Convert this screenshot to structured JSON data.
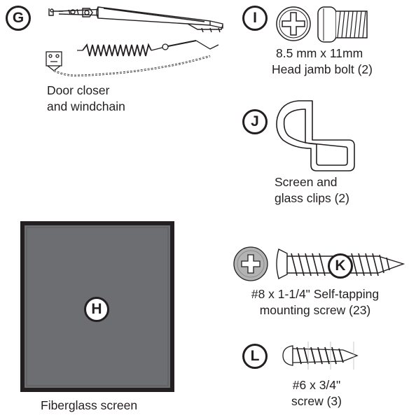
{
  "parts": {
    "G": {
      "letter": "G",
      "line1": "Door closer",
      "line2": "and windchain"
    },
    "H": {
      "letter": "H",
      "caption": "Fiberglass screen"
    },
    "I": {
      "letter": "I",
      "line1": "8.5 mm x 11mm",
      "line2": "Head jamb bolt (2)"
    },
    "J": {
      "letter": "J",
      "line1": "Screen and",
      "line2": "glass clips (2)"
    },
    "K": {
      "letter": "K",
      "line1": "#8 x 1-1/4\" Self-tapping",
      "line2": "mounting screw (23)"
    },
    "L": {
      "letter": "L",
      "line1": "#6 x 3/4\"",
      "line2": "screw (3)"
    }
  },
  "colors": {
    "ink": "#231f20",
    "screen_fill": "#6d6e71",
    "screen_border": "#231f20",
    "screw_head": "#b3b3b3"
  },
  "icons": [
    "door-closer-icon",
    "windchain-icon",
    "bolt-head-icon",
    "bolt-icon",
    "clip-icon",
    "screen-panel-icon",
    "screw-head-icon",
    "screw-icon",
    "small-screw-icon"
  ]
}
